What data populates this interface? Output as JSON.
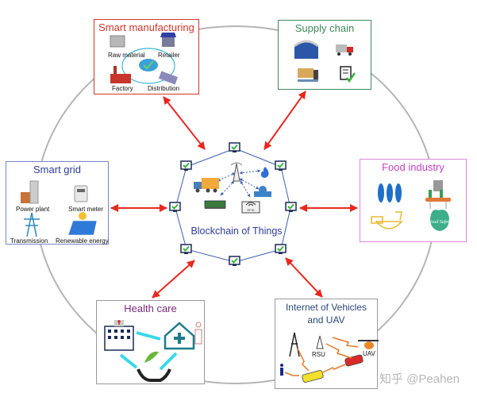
{
  "colors": {
    "ring": "#b5b5b5",
    "arrow": "#e8281e",
    "node_link": "#3f5fb5",
    "manufacturing": "#d0352c",
    "supply_chain": "#3d8a5c",
    "smart_grid": "#2e3c9a",
    "food_industry": "#c63fc9",
    "health_care": "#7a2b7e",
    "vehicles": "#2c4a7a"
  },
  "center": {
    "title": "Blockchain of Things",
    "devices": [
      "truck-icon",
      "antenna-icon",
      "fire-sensor-icon",
      "water-meter-icon",
      "sensor-board-icon",
      "rfid-reader-icon"
    ],
    "rfid_label": "RFID"
  },
  "domains": {
    "manufacturing": {
      "title": "Smart manufacturing",
      "items": [
        "Raw material",
        "Retailer",
        "Factory",
        "Distribution"
      ]
    },
    "supply_chain": {
      "title": "Supply chain",
      "items": [
        "warehouse-icon",
        "truck-icon",
        "forklift-icon",
        "checklist-icon"
      ]
    },
    "smart_grid": {
      "title": "Smart grid",
      "items": [
        "Power plant",
        "Smart meter",
        "Transmission",
        "Renewable energy"
      ]
    },
    "food_industry": {
      "title": "Food industry",
      "items": [
        "wheat-icon",
        "bottling-line-icon",
        "meal-icon",
        "food-safety-icon"
      ],
      "apple_text": "Food Safety"
    },
    "health_care": {
      "title": "Health care",
      "items": [
        "hospital-icon",
        "home-care-icon",
        "patient-icon",
        "caring-hands-icon"
      ]
    },
    "vehicles": {
      "title_line1": "Internet of Vehicles",
      "title_line2": "and UAV",
      "items": [
        "RSU",
        "UAV"
      ]
    }
  },
  "watermark": "知乎 @Peahen"
}
